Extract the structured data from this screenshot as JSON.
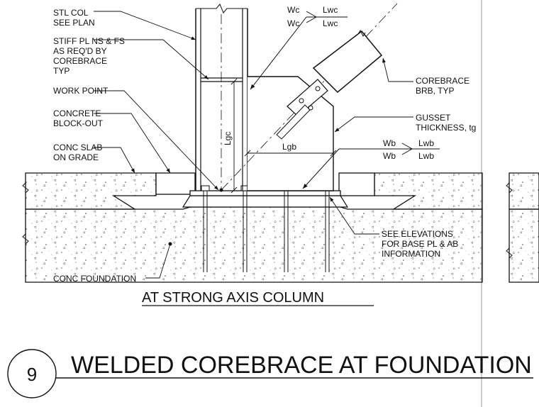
{
  "callouts": {
    "stl_col": [
      "STL COL",
      "SEE PLAN"
    ],
    "stiff_pl": [
      "STIFF PL NS & FS",
      "AS REQ'D BY",
      "COREBRACE",
      "TYP"
    ],
    "work_point": [
      "WORK POINT"
    ],
    "conc_blockout": [
      "CONCRETE",
      "BLOCK-OUT"
    ],
    "conc_slab": [
      "CONC SLAB",
      "ON GRADE"
    ],
    "conc_foundation": [
      "CONC FOUNDATION"
    ],
    "corebrace": [
      "COREBRACE",
      "BRB, TYP"
    ],
    "gusset": [
      "GUSSET",
      "THICKNESS, tg"
    ],
    "see_elev": [
      "SEE ELEVATIONS",
      "FOR BASE PL & AB",
      "INFORMATION"
    ]
  },
  "weld_symbols": {
    "column": {
      "size_top": "Wc",
      "size_bottom": "Wc",
      "length_top": "Lwc",
      "length_bottom": "Lwc"
    },
    "base": {
      "size_top": "Wb",
      "size_bottom": "Wb",
      "length_top": "Lwb",
      "length_bottom": "Lwb"
    }
  },
  "dimensions": {
    "vertical": "Lgc",
    "horizontal": "Lgb"
  },
  "subtitle": "AT STRONG AXIS COLUMN",
  "title": "WELDED COREBRACE AT FOUNDATION",
  "detail_number": "9"
}
